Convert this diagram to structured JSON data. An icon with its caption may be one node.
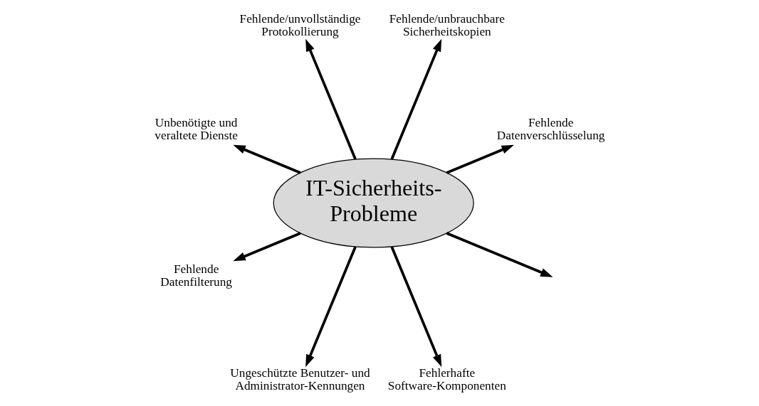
{
  "diagram": {
    "nodes": [
      {
        "text": [
          "IT-Sicherheits- Probleme"
        ]
      },
      {
        "text": [
          "Fehlende Datenverschlüsselung"
        ]
      },
      {
        "text": [
          "Fehlende/unbrauchbare Sicherheitskopien"
        ]
      },
      {
        "text": [
          "Fehlende/unvollständige Protokollierung"
        ]
      },
      {
        "text": [
          "Unbenötigte und veraltete Dienste"
        ]
      },
      {
        "text": [
          "Fehlende Datenfilterung"
        ]
      },
      {
        "text": [
          "Ungeschützte Benutzer- und Administrator-Kennungen"
        ]
      },
      {
        "text": [
          "Fehlerhafte Software-Komponenten"
        ]
      }
    ],
    "edges": [
      {
        "from": 0,
        "to": 1,
        "arrow": "to"
      },
      {
        "from": 0,
        "to": 2,
        "arrow": "to"
      },
      {
        "from": 0,
        "to": 3,
        "arrow": "to"
      },
      {
        "from": 0,
        "to": 4,
        "arrow": "to"
      },
      {
        "from": 0,
        "to": null,
        "arrow": "to"
      },
      {
        "from": 0,
        "to": 5,
        "arrow": "to"
      },
      {
        "from": 0,
        "to": 6,
        "arrow": "to"
      },
      {
        "from": 0,
        "to": 7,
        "arrow": "to"
      }
    ]
  }
}
